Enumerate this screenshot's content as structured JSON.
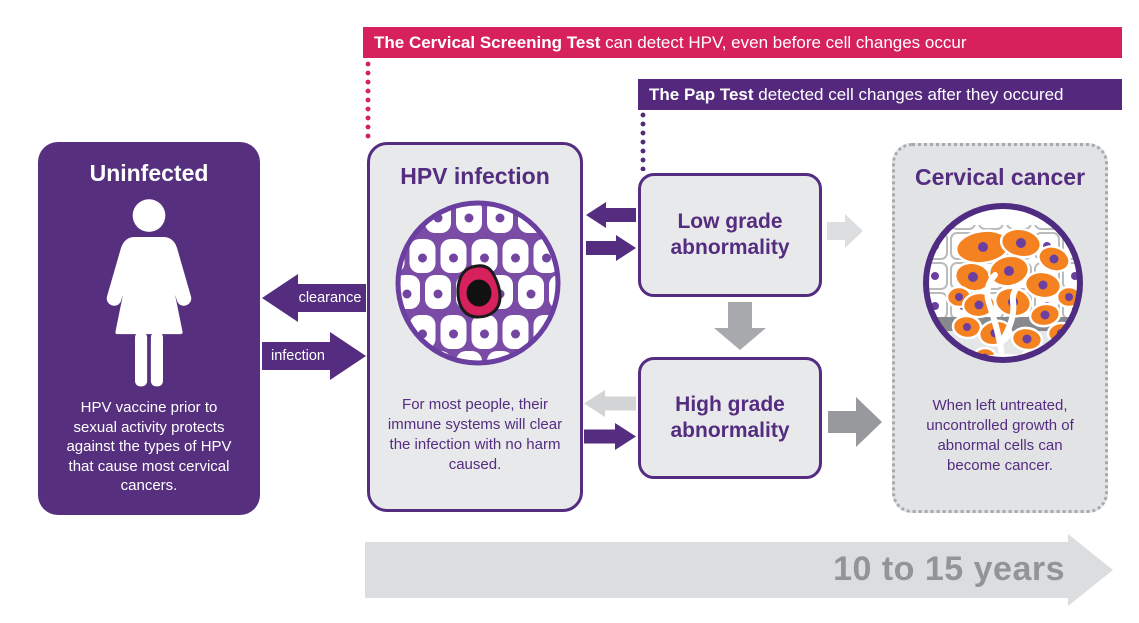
{
  "banners": {
    "screening": {
      "bold": "The Cervical Screening Test",
      "rest": " can detect HPV, even before cell changes occur"
    },
    "pap": {
      "bold": "The Pap Test",
      "rest": " detected cell changes after they occured"
    }
  },
  "uninfected": {
    "title": "Uninfected",
    "body": "HPV vaccine prior to sexual activity protects against the types of HPV that cause most cervical cancers."
  },
  "hpv_infection": {
    "title": "HPV infection",
    "body": "For most people, their immune systems will clear the infection with no harm caused."
  },
  "flow": {
    "low_grade_label": "Low grade abnormality",
    "high_grade_label": "High grade abnormality"
  },
  "cervical_cancer": {
    "title": "Cervical cancer",
    "body": "When left untreated, uncontrolled growth of abnormal cells can become cancer."
  },
  "transition_arrows": {
    "clearance_label": "clearance",
    "infection_label": "infection"
  },
  "timeline": {
    "label": "10 to 15 years"
  },
  "icons": {
    "woman": "woman-figure-icon",
    "hpv_cells": "hpv-infected-cells-illustration",
    "cancer_cells": "cancer-cells-illustration"
  },
  "colors": {
    "screening_pink": "#D6215C",
    "pap_purple": "#53287D",
    "deep_purple": "#542C80",
    "uninfected_box_purple": "#56307F",
    "box_gray": "#E8E9EA",
    "cancer_box_gray": "#E2E3E4",
    "dotted_border_gray": "#A7A9AC",
    "arrow_light_gray": "#DDDEE0",
    "arrow_mid_gray": "#A7A9AC",
    "arrow_dark_gray": "#97999C",
    "timeline_gray": "#DCDDDE",
    "timeline_text_gray": "#929497",
    "cell_orange": "#F58220",
    "nucleus_purple": "#6B3FA0",
    "infected_cell_pink": "#D6215C"
  }
}
